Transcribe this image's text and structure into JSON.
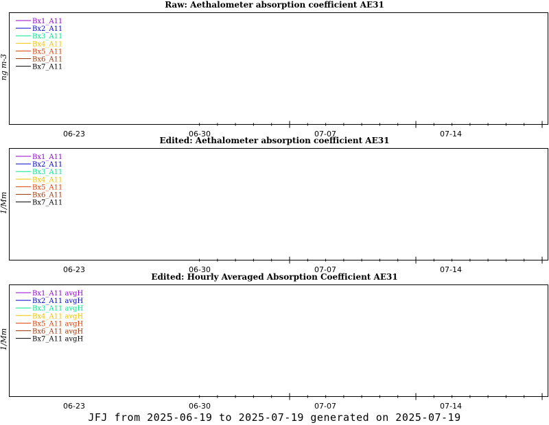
{
  "footer": "JFJ from 2025-06-19 to 2025-07-19 generated on 2025-07-19",
  "chart_data": [
    {
      "type": "line",
      "title": "Raw: Aethalometer absorption coefficient AE31",
      "ylabel": "ng m-3",
      "xlabel": "",
      "x_ticks": [
        "06-23",
        "06-30",
        "07-07",
        "07-14"
      ],
      "legend_position": "top-left",
      "grid": false,
      "series": [
        {
          "name": "Bx1_A11",
          "color": "#9400D3",
          "values": []
        },
        {
          "name": "Bx2_A11",
          "color": "#0000CD",
          "values": []
        },
        {
          "name": "Bx3_A11",
          "color": "#00E88A",
          "values": []
        },
        {
          "name": "Bx4_A11",
          "color": "#F2C200",
          "values": []
        },
        {
          "name": "Bx5_A11",
          "color": "#E03C00",
          "values": []
        },
        {
          "name": "Bx6_A11",
          "color": "#A0380C",
          "values": []
        },
        {
          "name": "Bx7_A11",
          "color": "#000000",
          "values": []
        }
      ]
    },
    {
      "type": "line",
      "title": "Edited: Aethalometer absorption coefficient AE31",
      "ylabel": "1/Mm",
      "xlabel": "",
      "x_ticks": [
        "06-23",
        "06-30",
        "07-07",
        "07-14"
      ],
      "legend_position": "top-left",
      "grid": false,
      "series": [
        {
          "name": "Bx1_A11",
          "color": "#9400D3",
          "values": []
        },
        {
          "name": "Bx2_A11",
          "color": "#0000CD",
          "values": []
        },
        {
          "name": "Bx3_A11",
          "color": "#00E88A",
          "values": []
        },
        {
          "name": "Bx4_A11",
          "color": "#F2C200",
          "values": []
        },
        {
          "name": "Bx5_A11",
          "color": "#E03C00",
          "values": []
        },
        {
          "name": "Bx6_A11",
          "color": "#A0380C",
          "values": []
        },
        {
          "name": "Bx7_A11",
          "color": "#000000",
          "values": []
        }
      ]
    },
    {
      "type": "line",
      "title": "Edited: Hourly Averaged Absorption Coefficient AE31",
      "ylabel": "1/Mm",
      "xlabel": "",
      "x_ticks": [
        "06-23",
        "06-30",
        "07-07",
        "07-14"
      ],
      "legend_position": "top-left",
      "grid": false,
      "series": [
        {
          "name": "Bx1_A11 avgH",
          "color": "#9400D3",
          "values": []
        },
        {
          "name": "Bx2_A11 avgH",
          "color": "#0000CD",
          "values": []
        },
        {
          "name": "Bx3_A11 avgH",
          "color": "#00E88A",
          "values": []
        },
        {
          "name": "Bx4_A11 avgH",
          "color": "#F2C200",
          "values": []
        },
        {
          "name": "Bx5_A11 avgH",
          "color": "#E03C00",
          "values": []
        },
        {
          "name": "Bx6_A11 avgH",
          "color": "#A0380C",
          "values": []
        },
        {
          "name": "Bx7_A11 avgH",
          "color": "#000000",
          "values": []
        }
      ]
    }
  ]
}
